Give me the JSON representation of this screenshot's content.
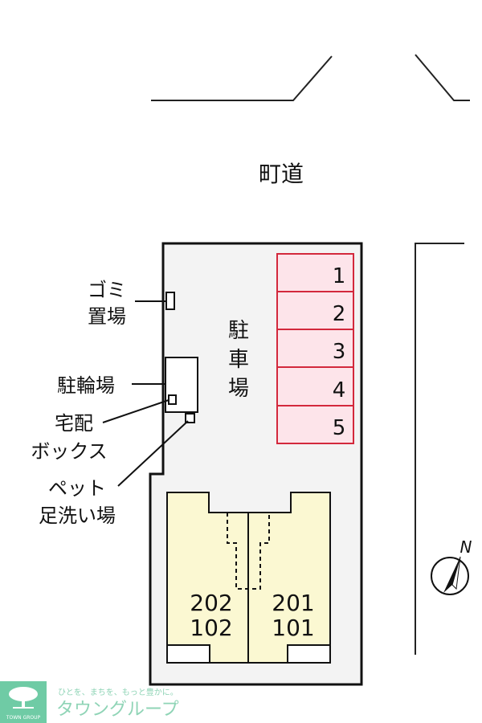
{
  "road_label": "町道",
  "parking_label": [
    "駐",
    "車",
    "場"
  ],
  "parking_spaces": [
    "1",
    "2",
    "3",
    "4",
    "5"
  ],
  "labels": {
    "garbage": [
      "ゴミ",
      "置場"
    ],
    "bicycle": "駐輪場",
    "delivery_box": [
      "宅配",
      "ボックス"
    ],
    "pet_wash": [
      "ペット",
      "足洗い場"
    ]
  },
  "units": {
    "left": [
      "202",
      "102"
    ],
    "right": [
      "201",
      "101"
    ]
  },
  "compass": "N",
  "logo": {
    "tagline": "ひとを、まちを、もっと豊かに。",
    "name": "タウングループ",
    "badge": "TOWN GROUP"
  },
  "colors": {
    "parking_fill": "#fde4ea",
    "parking_stroke": "#d3283c",
    "site_fill": "#f3f3f3",
    "building_fill": "#fbf8d2",
    "logo_green": "#6fcba5"
  }
}
